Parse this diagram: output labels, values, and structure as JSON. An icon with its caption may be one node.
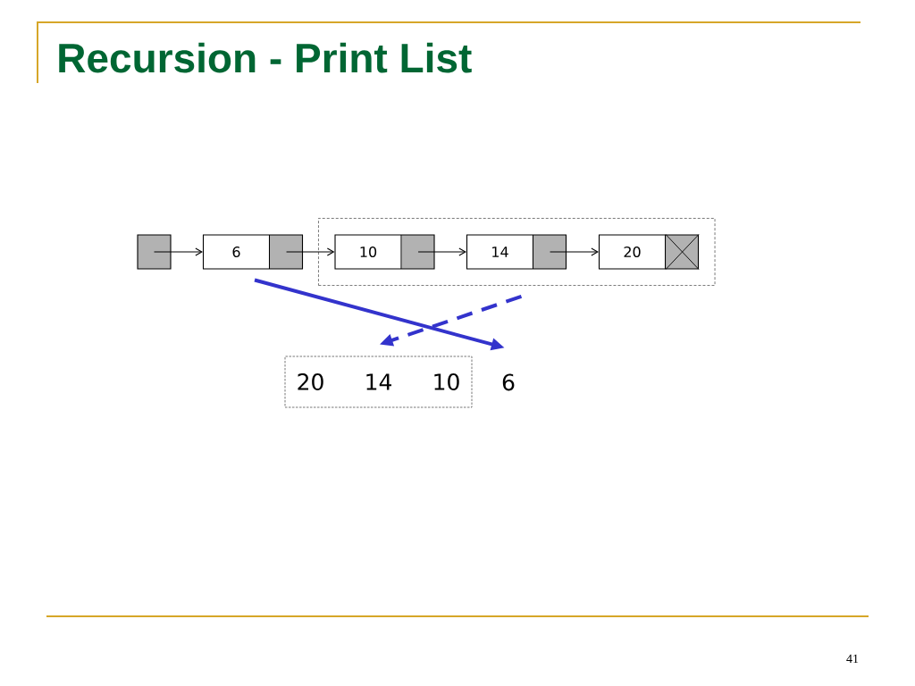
{
  "diagram": {
    "title": "Recursion - Print List",
    "nodes": [
      {
        "text": [],
        "shape": "box"
      },
      {
        "text": [
          "6"
        ]
      },
      {
        "text": [],
        "shape": "box"
      },
      {
        "text": [
          "10"
        ],
        "in": 2
      },
      {
        "text": [
          "14"
        ],
        "in": 2
      },
      {
        "text": [
          "20"
        ],
        "in": 2
      },
      {
        "text": [
          "20",
          "14",
          "10"
        ]
      },
      {
        "text": [
          "6"
        ]
      }
    ],
    "edges": [
      {
        "from": 0,
        "to": 1,
        "arrow": "to"
      },
      {
        "from": 1,
        "to": 3,
        "arrow": "to"
      },
      {
        "from": 3,
        "to": 4,
        "arrow": "to"
      },
      {
        "from": 4,
        "to": 5,
        "arrow": "to"
      },
      {
        "from": 1,
        "to": 7,
        "arrow": "to",
        "style": "thick",
        "color": "#3333cc"
      },
      {
        "from": 2,
        "to": 6,
        "arrow": "to",
        "style": "dashed",
        "color": "#3333cc"
      }
    ],
    "labels": [
      "41"
    ]
  }
}
